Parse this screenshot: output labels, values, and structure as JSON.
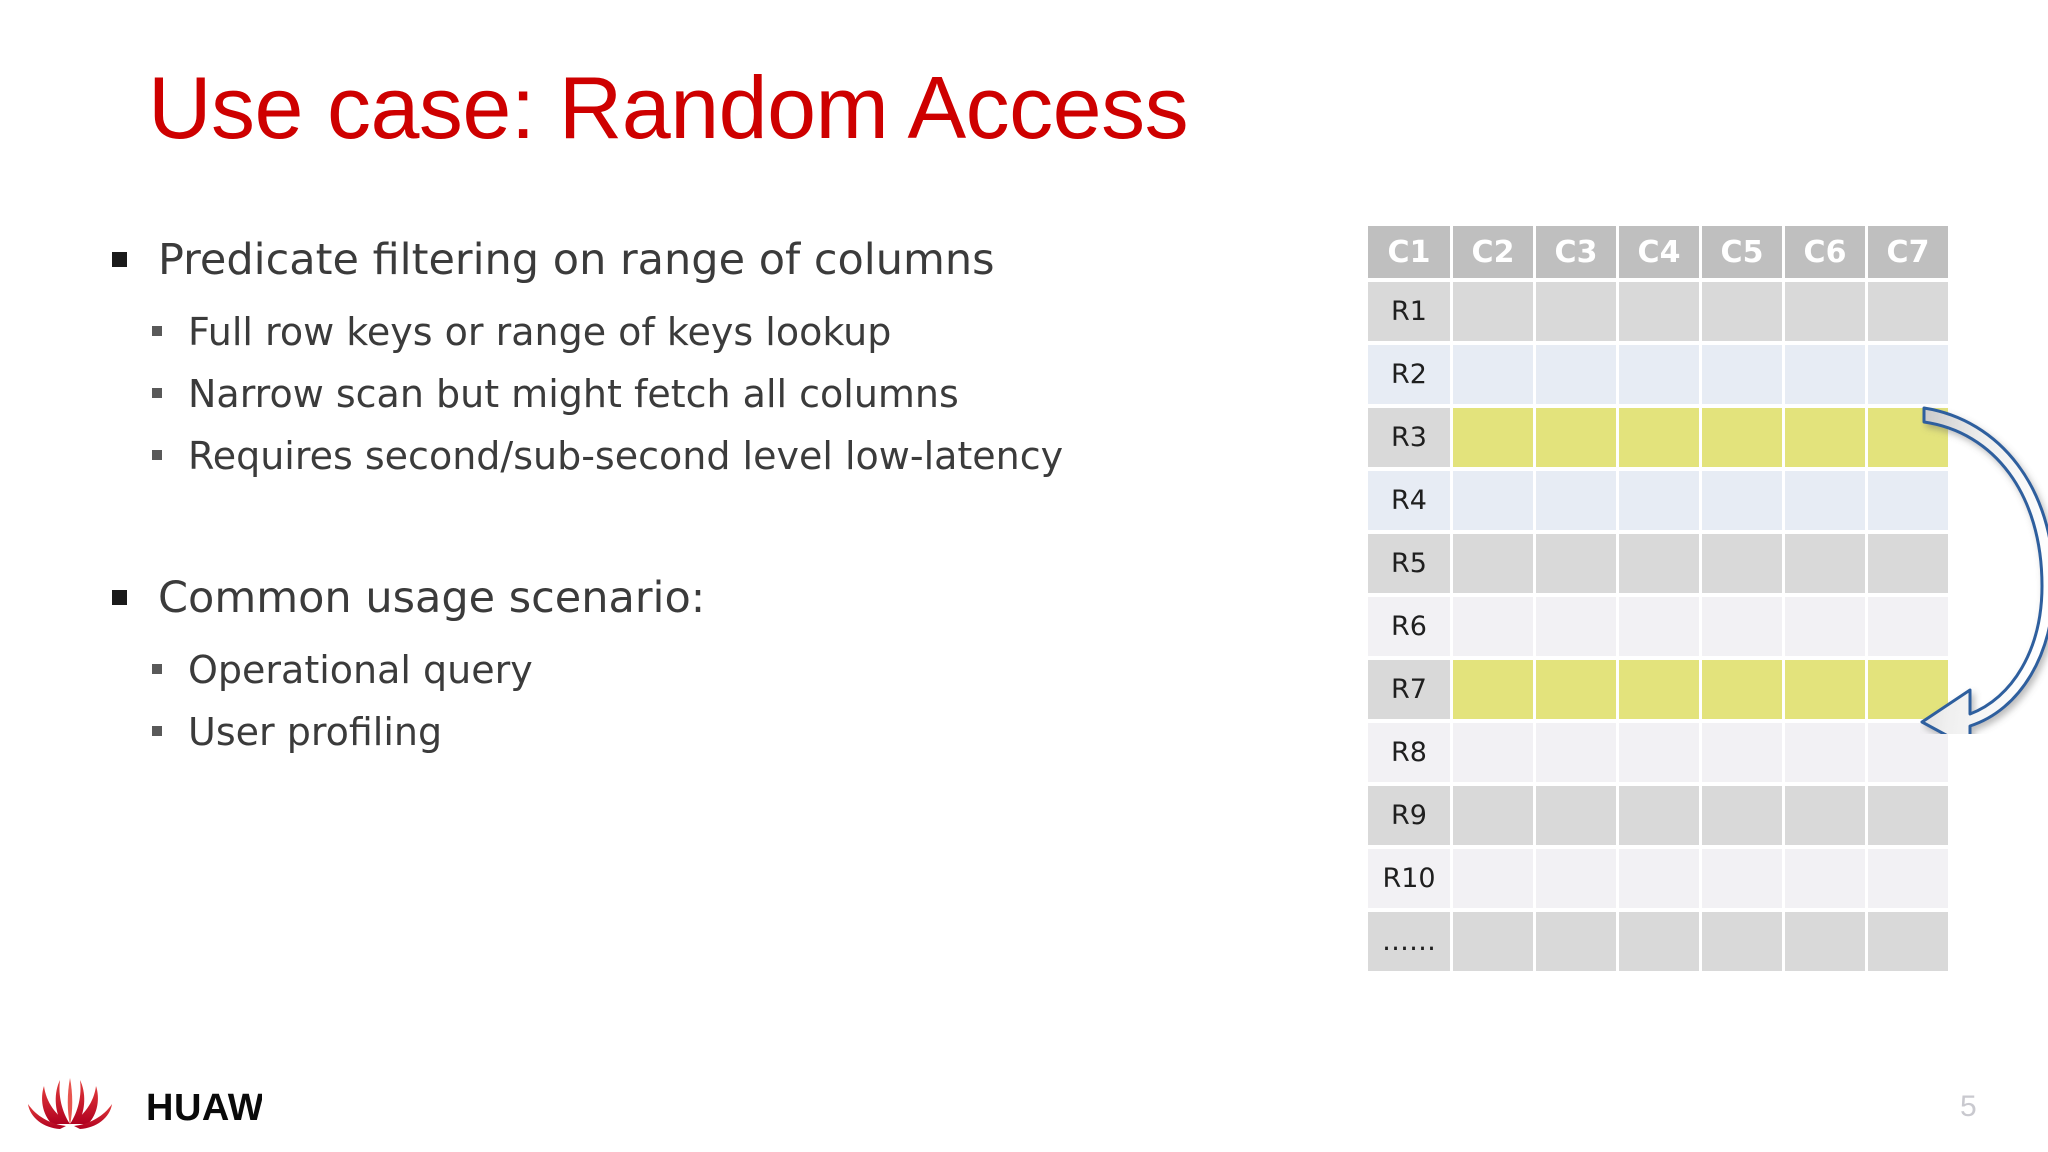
{
  "slide": {
    "title": "Use case: Random Access",
    "title_color": "#CE0000",
    "background_color": "#FFFFFF",
    "page_number": "5"
  },
  "body": {
    "items": [
      {
        "level": 1,
        "text": "Predicate filtering on range of columns"
      },
      {
        "level": 2,
        "text": "Full row keys or range of keys lookup"
      },
      {
        "level": 2,
        "text": "Narrow scan but might fetch all columns"
      },
      {
        "level": 2,
        "text": "Requires second/sub-second level low-latency"
      },
      {
        "level": 1,
        "text": "Common usage scenario:"
      },
      {
        "level": 2,
        "text": "Operational query"
      },
      {
        "level": 2,
        "text": "User profiling"
      }
    ]
  },
  "table": {
    "column_headers": [
      "C1",
      "C2",
      "C3",
      "C4",
      "C5",
      "C6",
      "C7"
    ],
    "row_labels": [
      "R1",
      "R2",
      "R3",
      "R4",
      "R5",
      "R6",
      "R7",
      "R8",
      "R9",
      "R10",
      "……"
    ],
    "highlighted_rows": [
      "R3",
      "R7"
    ],
    "colors": {
      "header_background": "#BFBFBF",
      "header_text": "#FFFFFF",
      "band_gray": "#D9D9D9",
      "band_blue": "#E7ECF4",
      "band_light": "#F2F1F4",
      "highlight_yellow": "#E3E37C"
    },
    "row_bands": [
      "band-a",
      "band-b",
      "band-hl",
      "band-b",
      "band-a",
      "band-c",
      "band-hl",
      "band-c",
      "band-a",
      "band-c",
      "band-a"
    ],
    "row_label_bands": [
      "band-a",
      "band-b",
      "band-a",
      "band-b",
      "band-a",
      "band-c",
      "band-a",
      "band-c",
      "band-a",
      "band-c",
      "band-a"
    ]
  },
  "arrow": {
    "label": "random-access-loop-arrow",
    "outline_color": "#2E5E9E",
    "fill_color": "#FFFFFF",
    "from_row": "R3",
    "to_row": "R7"
  },
  "footer": {
    "brand": "HUAWEI",
    "brand_text_color": "#000000",
    "brand_mark_color": "#CF0A2C"
  }
}
